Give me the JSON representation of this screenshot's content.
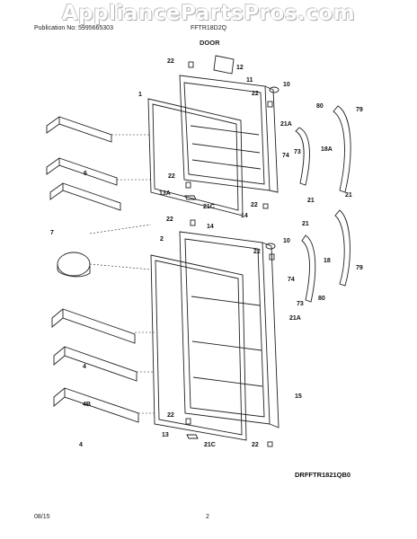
{
  "watermark": "AppliancePartsPros.com",
  "header": {
    "publication": "Publication No: 5995665303",
    "model": "FFTR18D2Q"
  },
  "title": "DOOR",
  "diagram_code": "DRFFTR1821QB0",
  "footer": {
    "date": "08/15",
    "page": "2"
  },
  "callouts": {
    "c22a": "22",
    "c12": "12",
    "c11": "11",
    "c1": "1",
    "c10a": "10",
    "c22b": "22",
    "c80a": "80",
    "c79a": "79",
    "c21Aa": "21A",
    "c74a": "74",
    "c73a": "73",
    "c18A": "18A",
    "c6": "6",
    "c22c": "22",
    "c13A": "13A",
    "c21Ca": "21C",
    "c22d": "22",
    "c14a": "14",
    "c21a": "21",
    "c21b": "21",
    "c22e": "22",
    "c14b": "14",
    "c2": "2",
    "c7": "7",
    "c21c": "21",
    "c10b": "10",
    "c22f": "22",
    "c18": "18",
    "c79b": "79",
    "c74b": "74",
    "c80b": "80",
    "c73b": "73",
    "c21Ab": "21A",
    "c4a": "4",
    "c4B": "4B",
    "c15": "15",
    "c22g": "22",
    "c4b": "4",
    "c13": "13",
    "c21Cb": "21C",
    "c22h": "22"
  }
}
